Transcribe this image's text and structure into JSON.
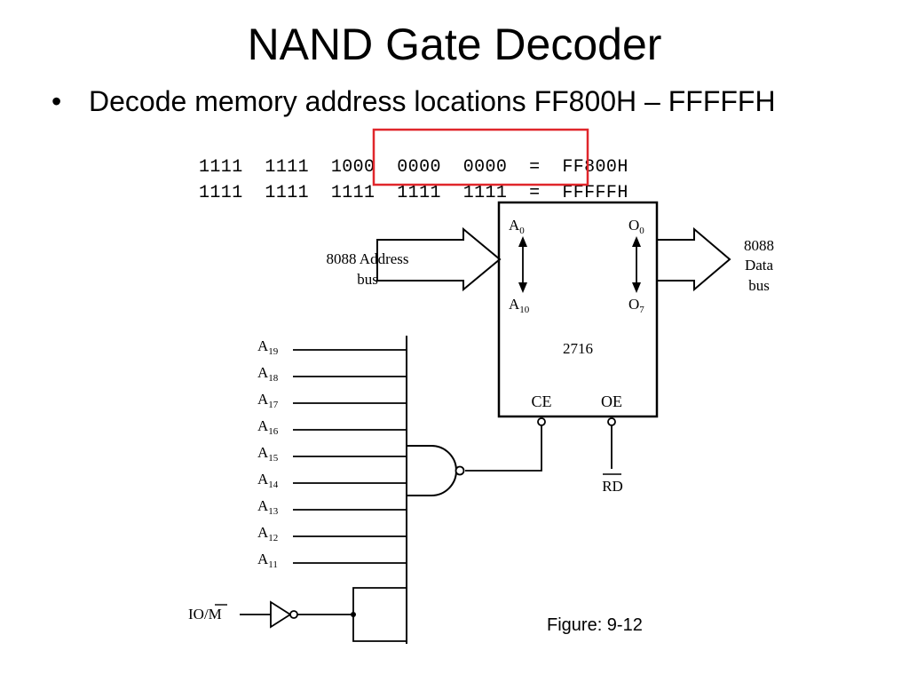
{
  "slide": {
    "title": "NAND Gate Decoder",
    "bullet": "Decode memory address locations FF800H – FFFFFH"
  },
  "address_rows": [
    {
      "groups": [
        "1111",
        "1111",
        "1000",
        "0000",
        "0000"
      ],
      "equals": "=",
      "hex": "FF800H"
    },
    {
      "groups": [
        "1111",
        "1111",
        "1111",
        "1111",
        "1111"
      ],
      "equals": "=",
      "hex": "FFFFFH"
    }
  ],
  "highlight_color": "#e0262b",
  "diagram": {
    "address_bus_label_1": "8088 Address",
    "address_bus_label_2": "bus",
    "data_bus_label_1": "8088",
    "data_bus_label_2": "Data",
    "data_bus_label_3": "bus",
    "chip_name": "2716",
    "pin_a_top": "A",
    "pin_a_top_sub": "0",
    "pin_a_bot": "A",
    "pin_a_bot_sub": "10",
    "pin_o_top": "O",
    "pin_o_top_sub": "0",
    "pin_o_bot": "O",
    "pin_o_bot_sub": "7",
    "ce_label": "CE",
    "oe_label": "OE",
    "rd_label": "RD",
    "io_m_label_io": "IO/",
    "io_m_label_m": "M",
    "address_lines": [
      {
        "letter": "A",
        "sub": "19"
      },
      {
        "letter": "A",
        "sub": "18"
      },
      {
        "letter": "A",
        "sub": "17"
      },
      {
        "letter": "A",
        "sub": "16"
      },
      {
        "letter": "A",
        "sub": "15"
      },
      {
        "letter": "A",
        "sub": "14"
      },
      {
        "letter": "A",
        "sub": "13"
      },
      {
        "letter": "A",
        "sub": "12"
      },
      {
        "letter": "A",
        "sub": "11"
      }
    ]
  },
  "figure_caption": "Figure: 9-12"
}
